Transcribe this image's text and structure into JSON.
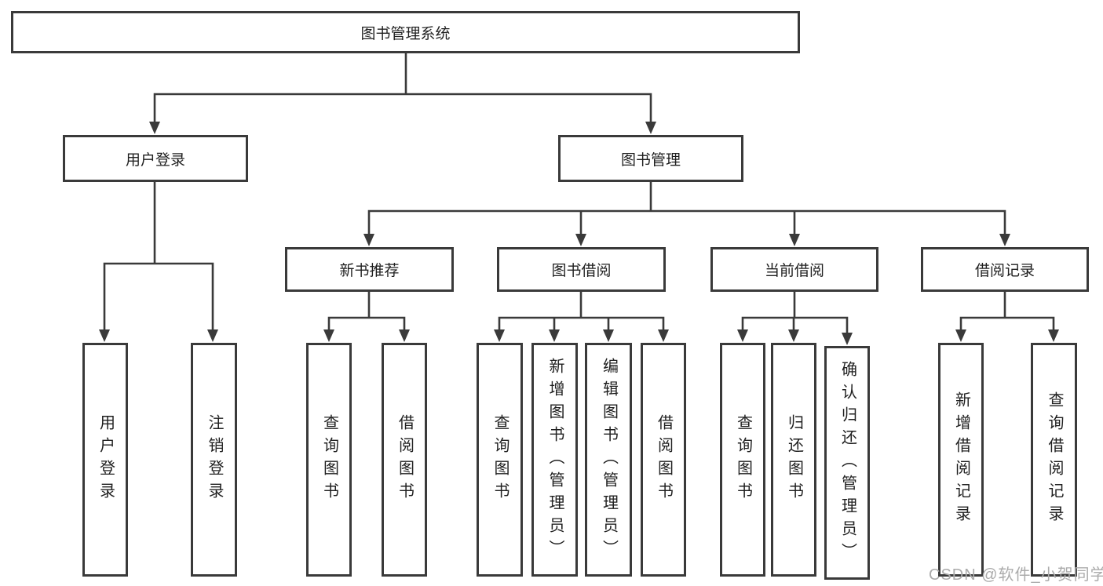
{
  "tree": {
    "label": "图书管理系统",
    "children": [
      {
        "label": "用户登录",
        "children": [
          {
            "label": "用户登录"
          },
          {
            "label": "注销登录"
          }
        ]
      },
      {
        "label": "图书管理",
        "children": [
          {
            "label": "新书推荐",
            "children": [
              {
                "label": "查询图书"
              },
              {
                "label": "借阅图书"
              }
            ]
          },
          {
            "label": "图书借阅",
            "children": [
              {
                "label": "查询图书"
              },
              {
                "label": "新增图书（管理员）"
              },
              {
                "label": "编辑图书（管理员）"
              },
              {
                "label": "借阅图书"
              }
            ]
          },
          {
            "label": "当前借阅",
            "children": [
              {
                "label": "查询图书"
              },
              {
                "label": "归还图书"
              },
              {
                "label": "确认归还（管理员）"
              }
            ]
          },
          {
            "label": "借阅记录",
            "children": [
              {
                "label": "新增借阅记录"
              },
              {
                "label": "查询借阅记录"
              }
            ]
          }
        ]
      }
    ]
  },
  "watermark": "CSDN @软件_小贺同学",
  "colors": {
    "line": "#3a3a3a",
    "box_border": "#3a3a3a",
    "text": "#1f1f1f",
    "background": "#ffffff",
    "watermark": "#ababab"
  }
}
